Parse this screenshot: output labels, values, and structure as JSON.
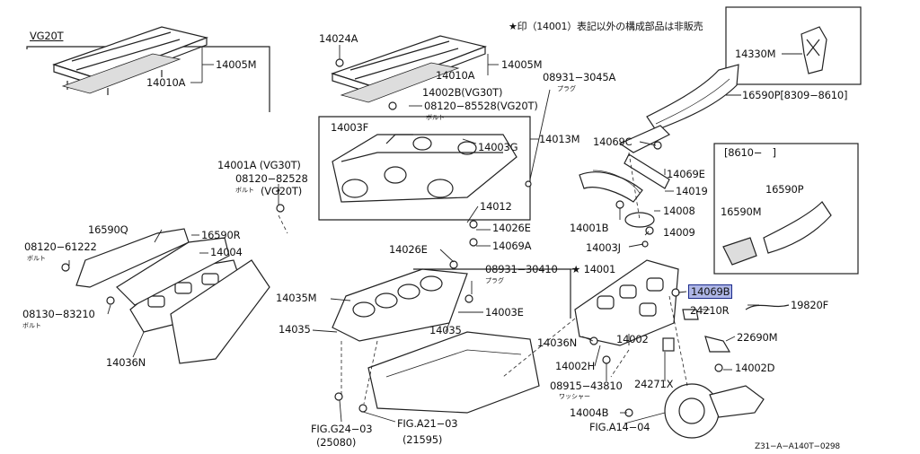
{
  "note": "★印（14001）表記以外の構成部品は非販売",
  "diagram_code": "Z31−A−A140T−0298",
  "inset_labels": {
    "vg20t": "VG20T",
    "range_8610": "[8610−　]"
  },
  "parts": {
    "p14005M_a": "14005M",
    "p14010A_a": "14010A",
    "p14024A": "14024A",
    "p14010A_b": "14010A",
    "p14005M_b": "14005M",
    "p14002B": "14002B(VG30T)",
    "p08120_85528": "08120−85528(VG20T)",
    "p08931_3045A": "08931−3045A",
    "p14003F": "14003F",
    "p14003G": "14003G",
    "p14013M": "14013M",
    "p14001A": "14001A (VG30T)",
    "p08120_82528": "08120−82528",
    "p_vg20t": "(VG20T)",
    "p14330M": "14330M",
    "p16590P_range": "16590P[8309−8610]",
    "p14069C": "14069C",
    "p14069E": "14069E",
    "p14019": "14019",
    "p16590P": "16590P",
    "p16590M": "16590M",
    "p14008": "14008",
    "p14009": "14009",
    "p14001B": "14001B",
    "p14003J": "14003J",
    "p14012": "14012",
    "p14026E_a": "14026E",
    "p14026E_b": "14026E",
    "p14069A": "14069A",
    "p16590Q": "16590Q",
    "p16590R": "16590R",
    "p08120_61222": "08120−61222",
    "p14004": "14004",
    "p14035M": "14035M",
    "p08931_30410": "08931−30410",
    "p14001": "14001",
    "p14069B": "14069B",
    "p08130_83210": "08130−83210",
    "p14035_a": "14035",
    "p14035_b": "14035",
    "p14003E": "14003E",
    "p24210R": "24210R",
    "p19820F": "19820F",
    "p14036N_a": "14036N",
    "p14036N_b": "14036N",
    "p14002": "14002",
    "p22690M": "22690M",
    "p14002H": "14002H",
    "p14002D": "14002D",
    "p08915_43810": "08915−43810",
    "p24271X": "24271X",
    "p14004B": "14004B",
    "figG24": "FIG.G24−03",
    "figG24_num": "(25080)",
    "figA21": "FIG.A21−03",
    "figA21_num": "(21595)",
    "figA14": "FIG.A14−04"
  },
  "annotations": {
    "plug_a": "プラグ",
    "bolt_a": "ボルト",
    "bolt_b": "ボルト",
    "bolt_c": "ボルト",
    "bolt_d": "ボルト",
    "plug_b": "プラグ",
    "washer": "ワッシャー"
  },
  "highlight_color": "#aeb6e6",
  "highlighted_part": "p14069B"
}
